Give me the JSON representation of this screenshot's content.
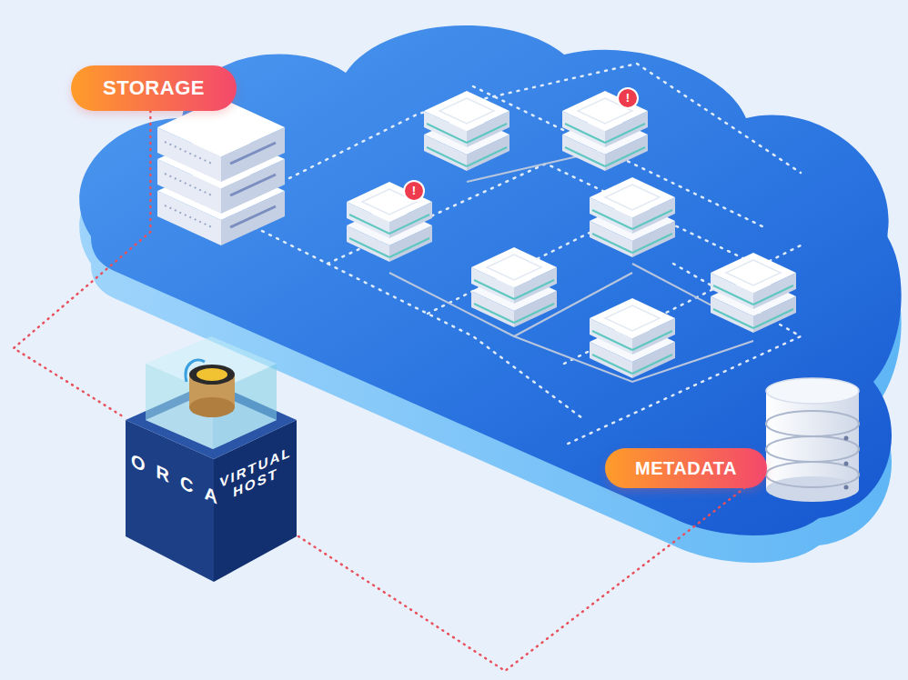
{
  "diagram": {
    "nodes": [
      {
        "text": [
          "STORAGE"
        ]
      },
      {
        "text": [
          "METADATA"
        ]
      },
      {
        "text": [
          "ORCA",
          "VIRTUAL HOST"
        ]
      }
    ],
    "edges": [
      {
        "from": 0,
        "to": 2,
        "arrow": "none"
      },
      {
        "from": 2,
        "to": 1,
        "arrow": "none"
      }
    ],
    "labels": [
      "!",
      "!"
    ]
  }
}
